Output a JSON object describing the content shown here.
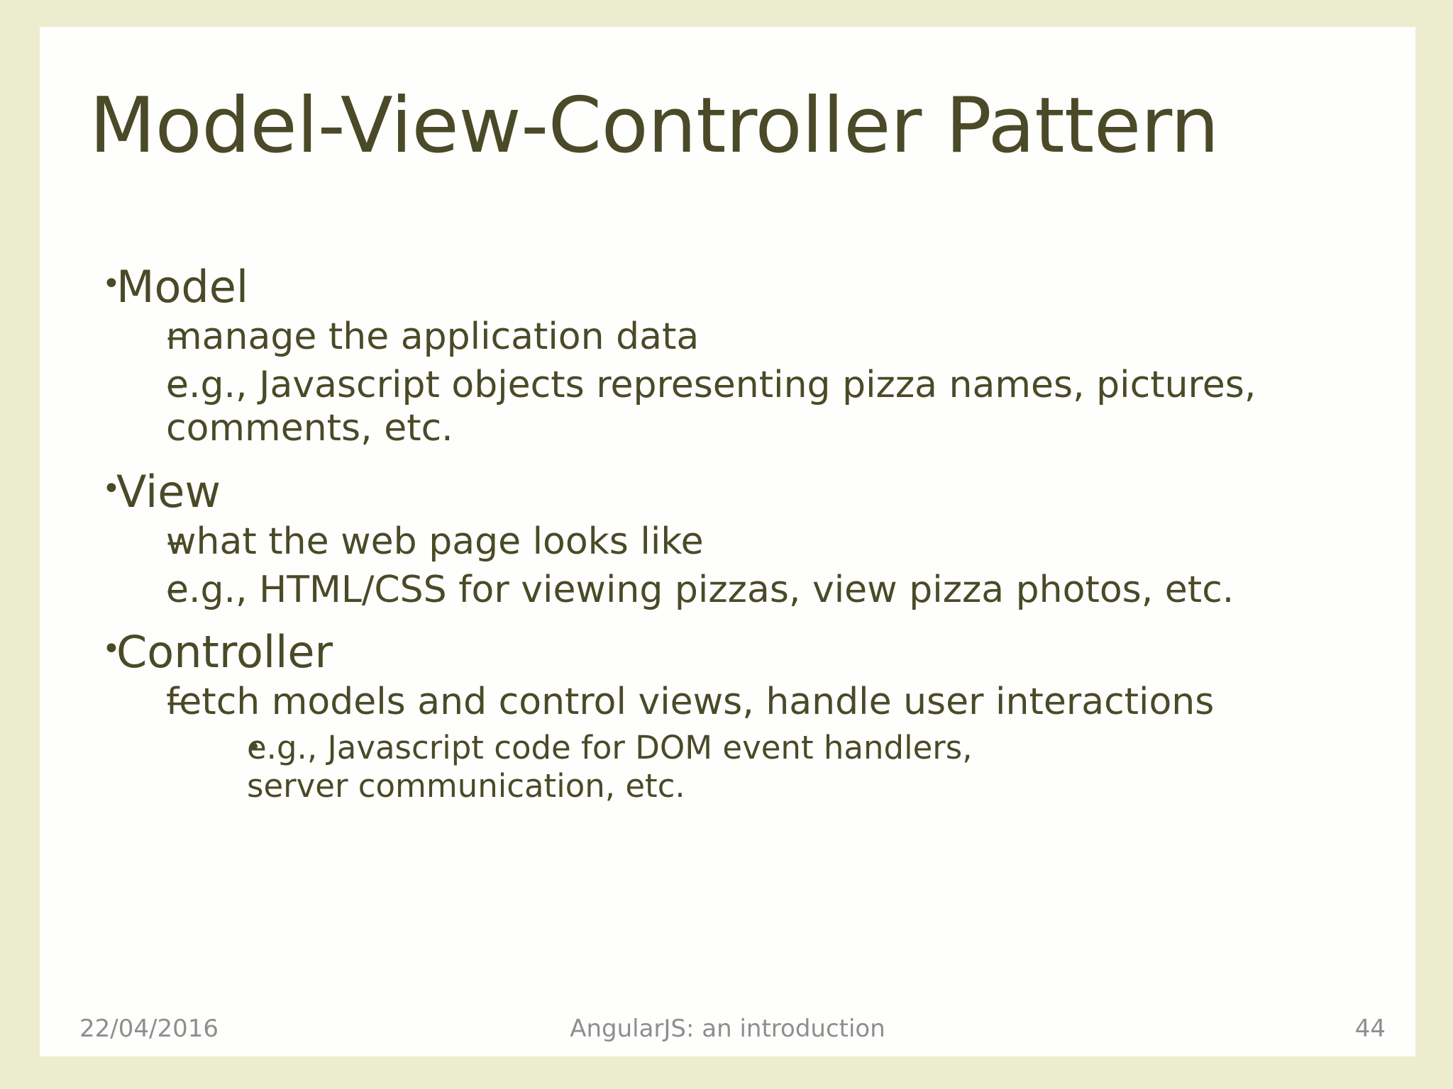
{
  "slide": {
    "title": "Model-View-Controller Pattern",
    "colors": {
      "border": "#ECEDCF",
      "panel": "#FEFFFC",
      "text": "#4A4A28",
      "footer_text": "#8E8E8E"
    },
    "bullets": [
      {
        "level": 1,
        "marker": "•",
        "text": "Model"
      },
      {
        "level": 2,
        "marker": "–",
        "text": "manage the application data"
      },
      {
        "level": 2,
        "marker": "–",
        "text": "e.g., Javascript objects representing pizza names, pictures, comments, etc."
      },
      {
        "level": 1,
        "marker": "•",
        "text": "View"
      },
      {
        "level": 2,
        "marker": "–",
        "text": "what the web page looks like"
      },
      {
        "level": 2,
        "marker": "–",
        "text": "e.g., HTML/CSS for viewing pizzas, view pizza photos, etc."
      },
      {
        "level": 1,
        "marker": "•",
        "text": "Controller"
      },
      {
        "level": 2,
        "marker": "–",
        "text": "fetch models and control views, handle user interactions"
      },
      {
        "level": 3,
        "marker": "•",
        "text": "e.g., Javascript code for DOM event handlers, server communication, etc."
      }
    ],
    "footer": {
      "date": "22/04/2016",
      "deck_title": "AngularJS: an introduction",
      "page_number": "44"
    }
  }
}
